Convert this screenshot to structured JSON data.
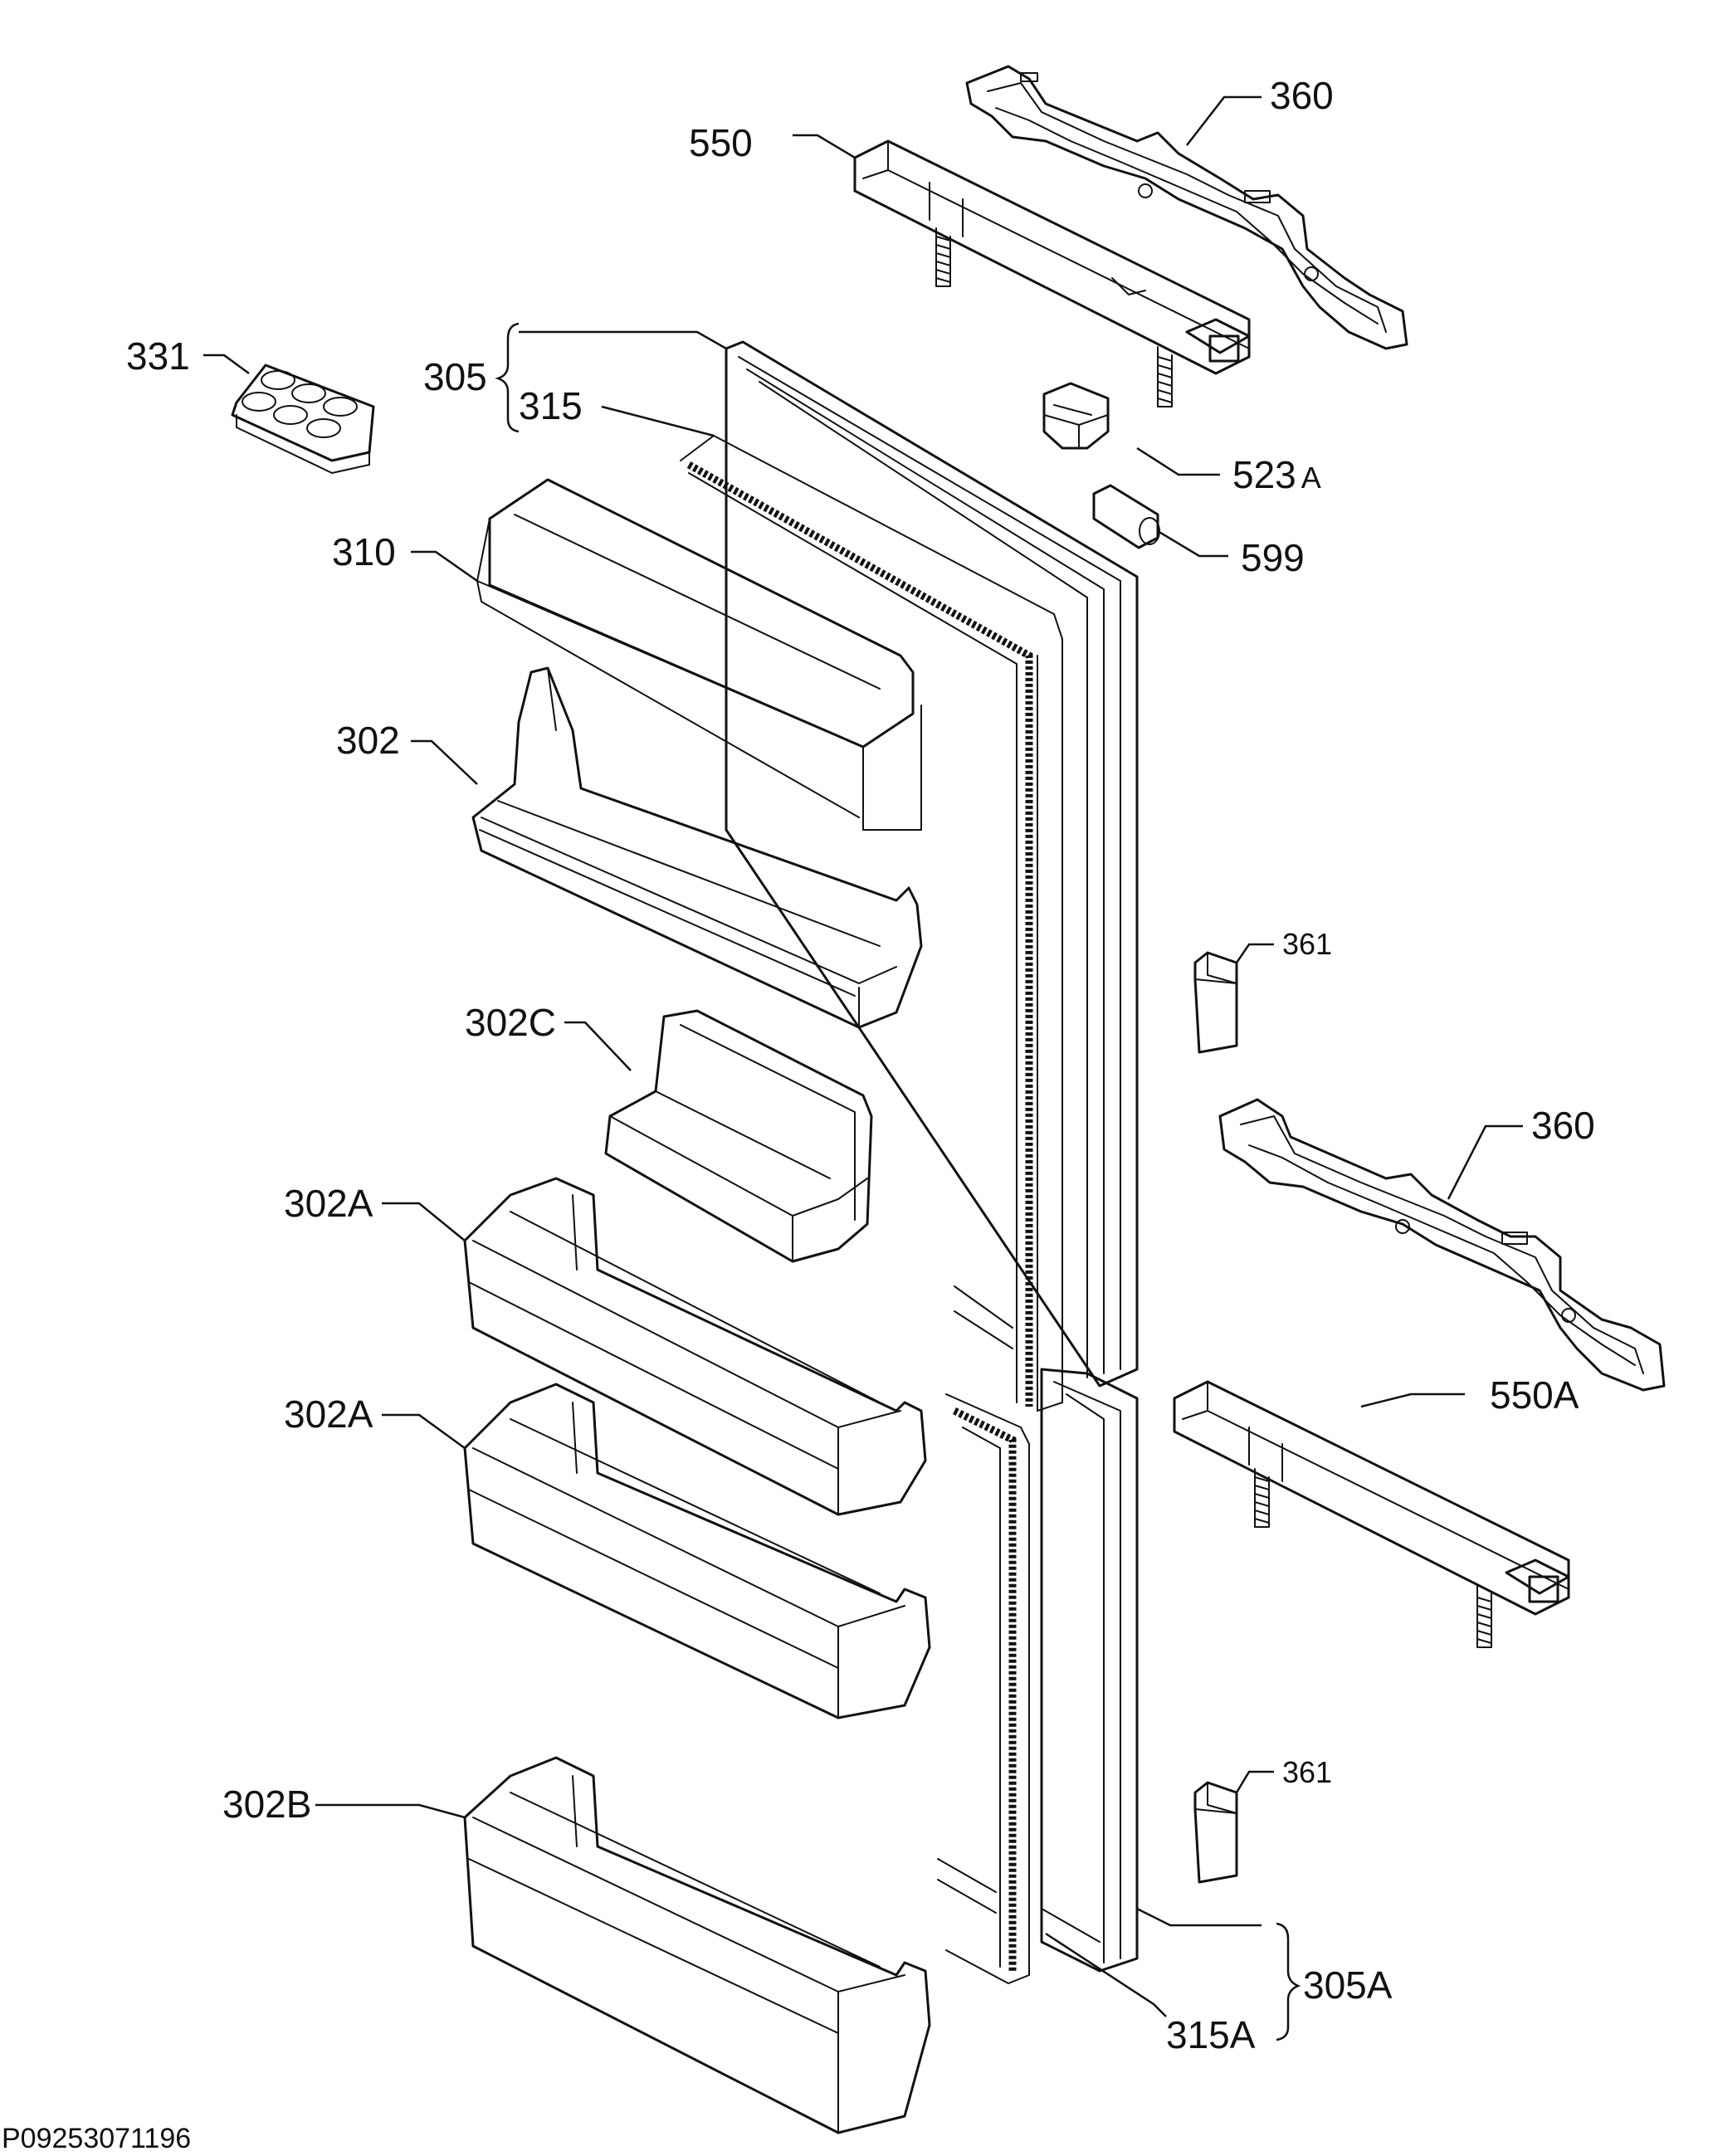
{
  "diagram": {
    "drawing_code": "P09253071196",
    "labels": {
      "l360_top": "360",
      "l550": "550",
      "l331": "331",
      "l305": "305",
      "l315": "315",
      "l523a": "523",
      "l523a_suffix": "A",
      "l599": "599",
      "l310": "310",
      "l302": "302",
      "l361_top": "361",
      "l302c": "302C",
      "l360_mid": "360",
      "l302a_1": "302A",
      "l550a": "550A",
      "l302a_2": "302A",
      "l361_bot": "361",
      "l302b": "302B",
      "l305a": "305A",
      "l315a": "315A"
    }
  }
}
